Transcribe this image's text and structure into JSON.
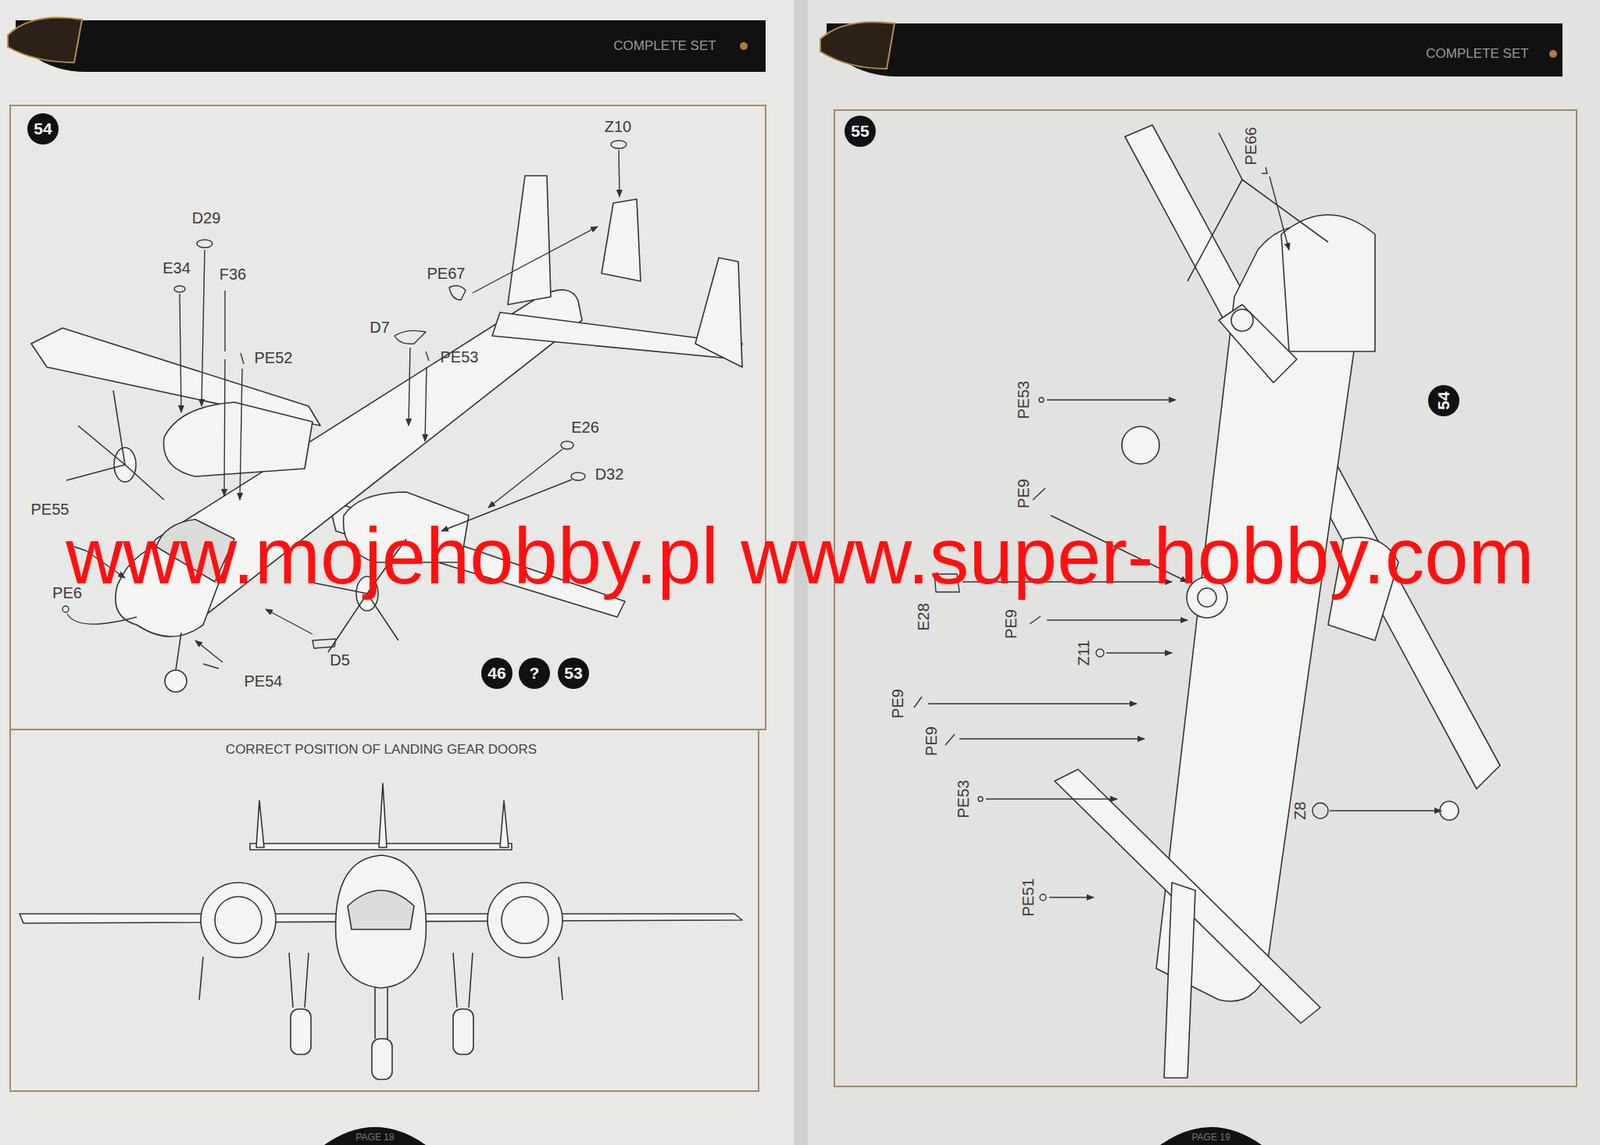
{
  "diagram": {
    "nodes": [
      {
        "text": [
          "54"
        ]
      },
      {
        "text": [
          "46"
        ]
      },
      {
        "text": [
          "?"
        ]
      },
      {
        "text": [
          "53"
        ]
      },
      {
        "text": [
          "55"
        ]
      },
      {
        "text": [
          "54"
        ]
      }
    ],
    "labels": [
      "COMPLETE SET",
      "COMPLETE SET",
      "Z10",
      "D29",
      "E34",
      "F36",
      "PE52",
      "PE67",
      "D7",
      "PE53",
      "E26",
      "D32",
      "PE55",
      "PE6",
      "PE54",
      "D5",
      "CORRECT POSITION OF LANDING GEAR DOORS",
      "PE66",
      "PE53",
      "E28",
      "PE9",
      "PE9",
      "Z11",
      "PE9",
      "PE9",
      "PE53",
      "Z8",
      "PE51",
      "www.mojehobby.pl www.super-hobby.com",
      "PAGE 18",
      "PAGE 19"
    ]
  }
}
